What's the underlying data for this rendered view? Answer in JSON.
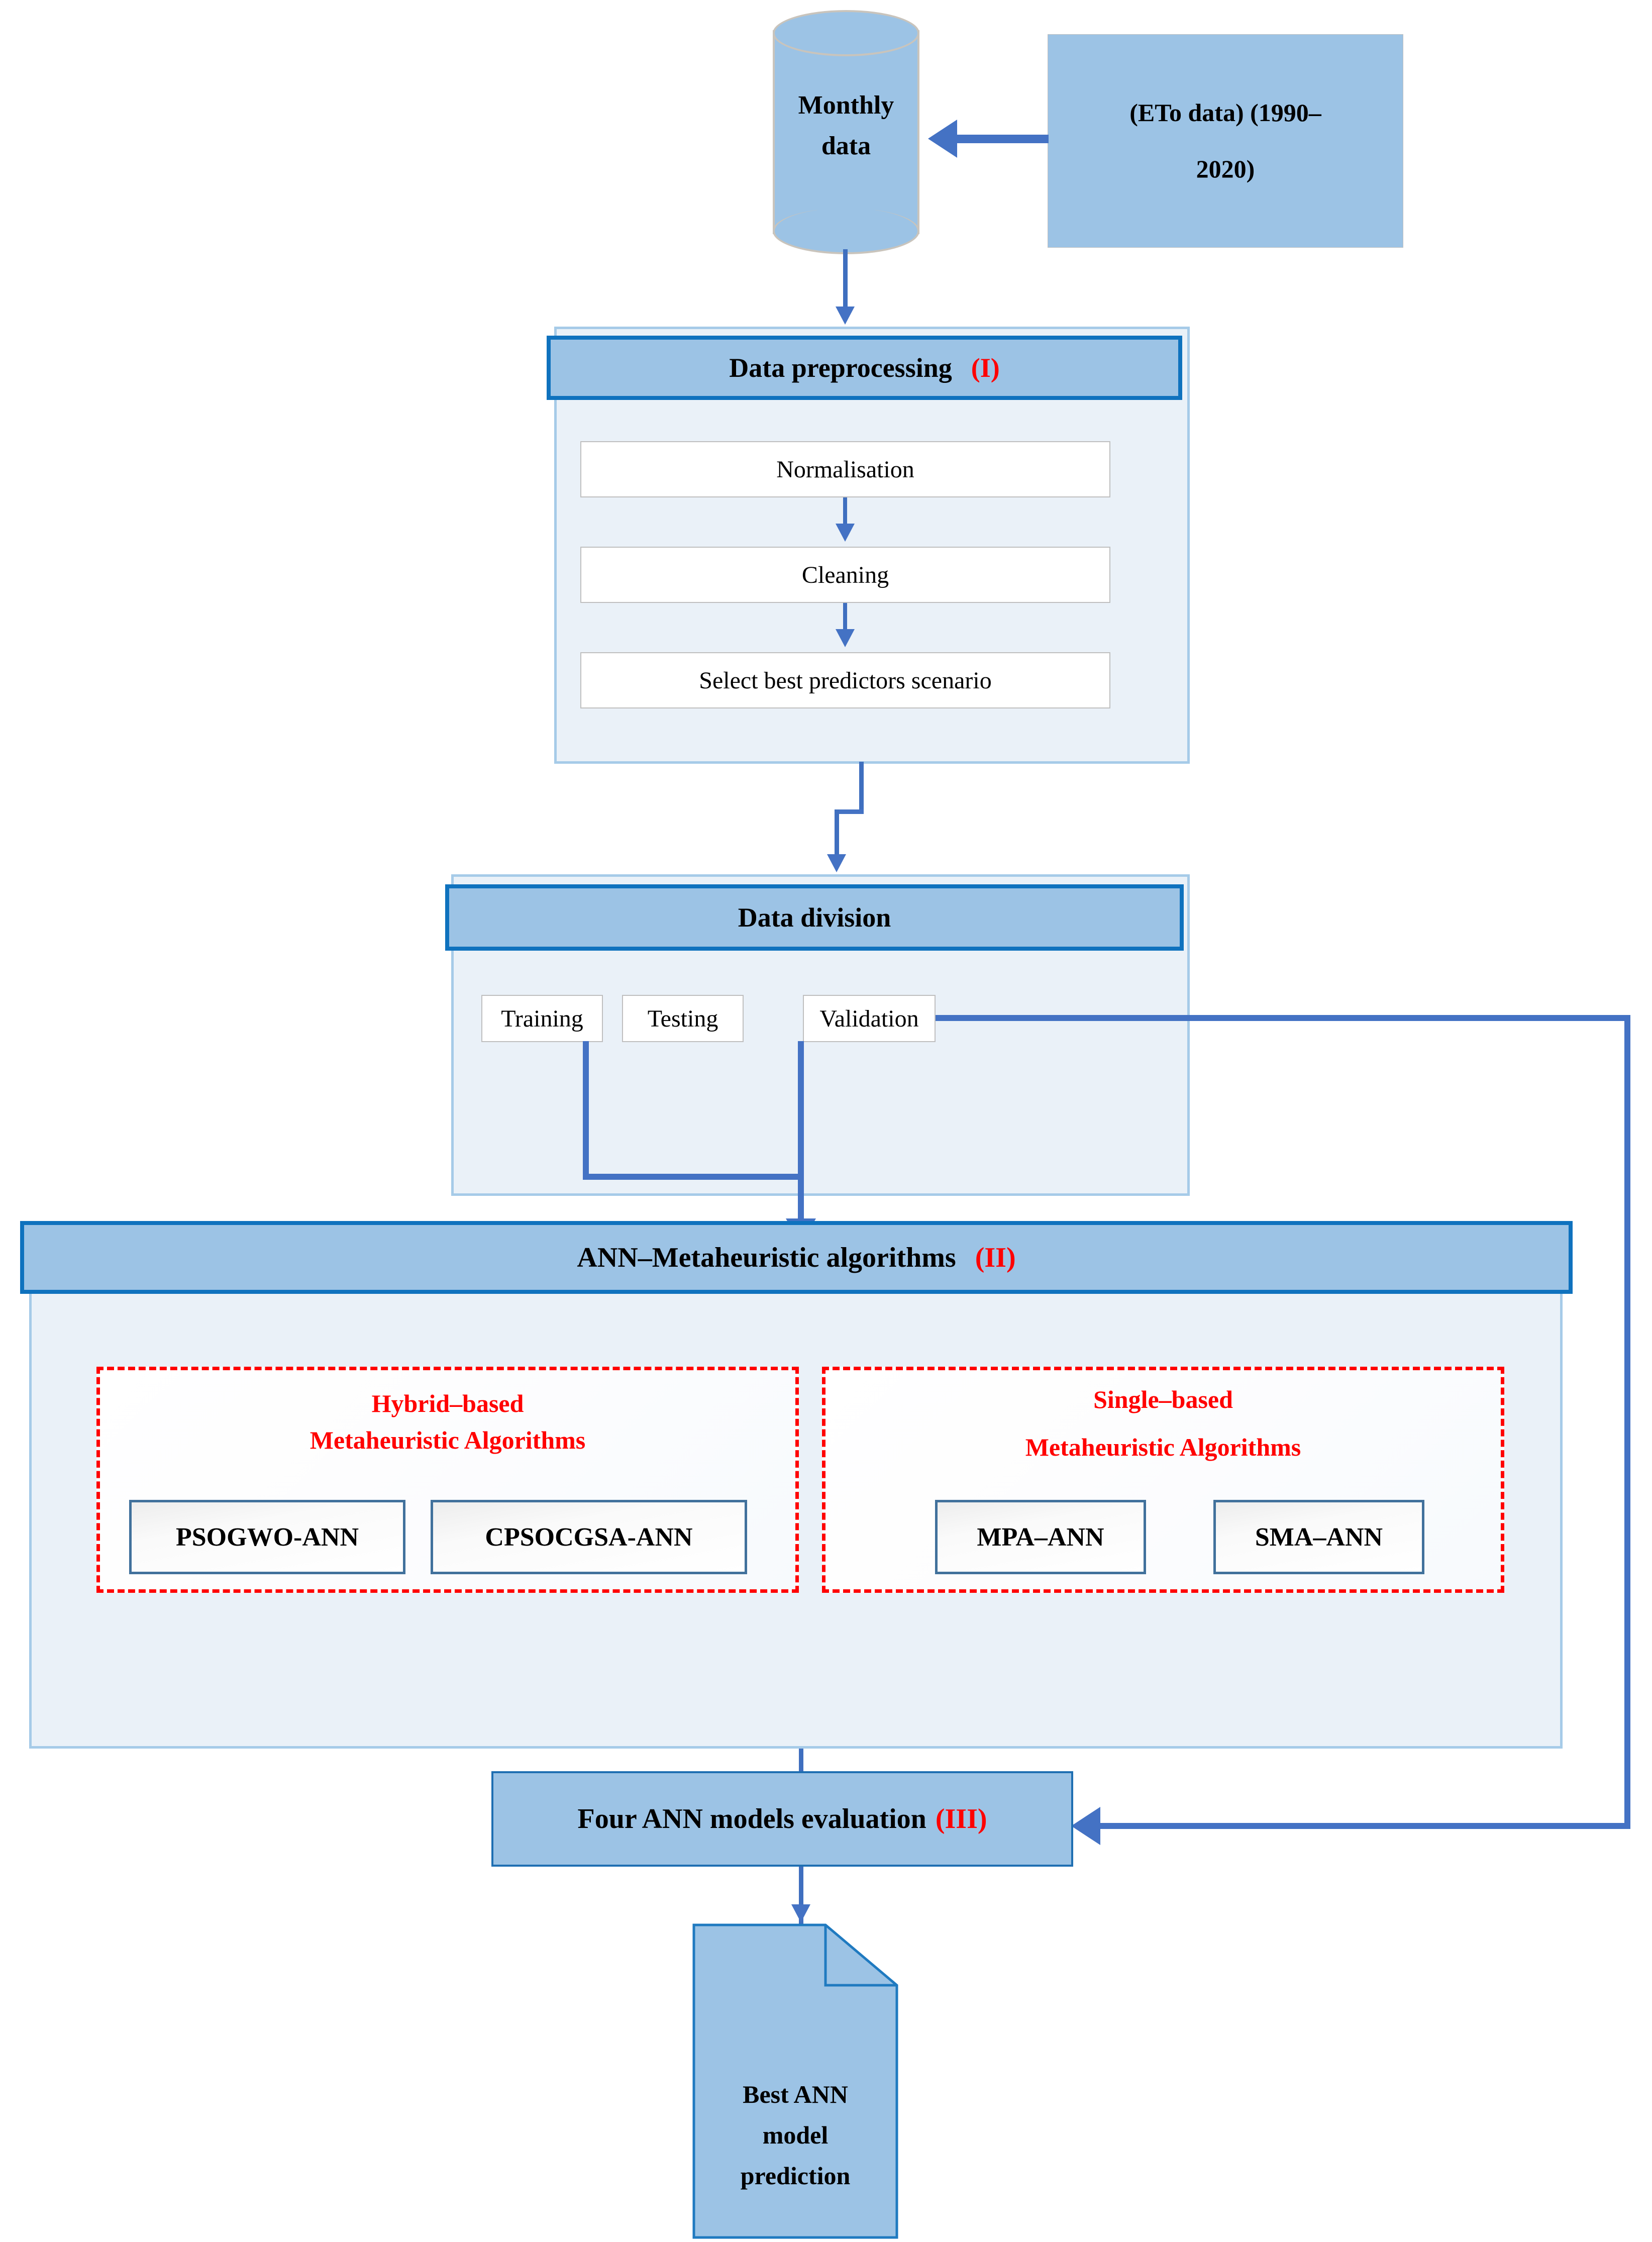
{
  "diagram": {
    "title": "ETo ANN metaheuristic modelling workflow",
    "colors": {
      "fill_blue": "#9CC3E5",
      "panel_light": "#EAF1F8",
      "panel_rim": "#A6CBE8",
      "header_border": "#0F72BE",
      "connector": "#4472C4",
      "accent_red": "#FF0000",
      "algo_border": "#41719C"
    }
  },
  "source": {
    "database_label_line1": "Monthly",
    "database_label_line2": "data",
    "input_box_line1": "(ETo data) (1990–",
    "input_box_line2": "2020)"
  },
  "stage1": {
    "header": "Data preprocessing",
    "roman": "(I)",
    "steps": [
      "Normalisation",
      "Cleaning",
      "Select best predictors scenario"
    ]
  },
  "stage_division": {
    "header": "Data division",
    "roman": "",
    "splits": [
      "Training",
      "Testing",
      "Validation"
    ]
  },
  "stage2": {
    "header": "ANN–Metaheuristic algorithms",
    "roman": "(II)",
    "groups": [
      {
        "title_line1": "Hybrid–based",
        "title_line2": "Metaheuristic Algorithms",
        "models": [
          "PSOGWO-ANN",
          "CPSOCGSA-ANN"
        ]
      },
      {
        "title_line1": "Single–based",
        "title_line2": "Metaheuristic Algorithms",
        "models": [
          "MPA–ANN",
          "SMA–ANN"
        ]
      }
    ]
  },
  "stage3": {
    "header": "Four ANN models evaluation",
    "roman": "(III)"
  },
  "output": {
    "line1": "Best ANN",
    "line2": "model",
    "line3": "prediction"
  }
}
